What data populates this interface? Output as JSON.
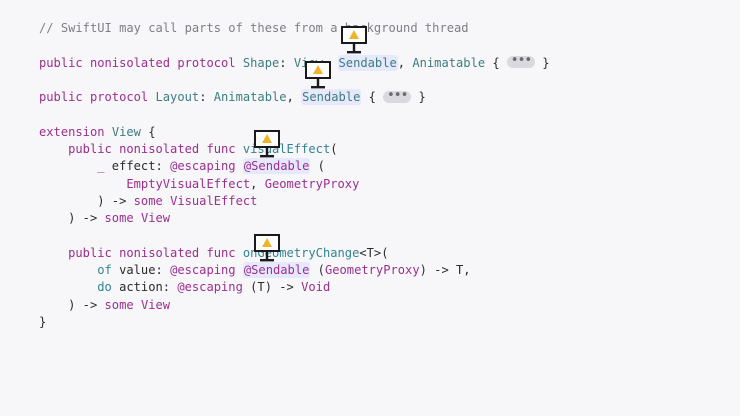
{
  "code": {
    "lines": [
      [
        {
          "t": "// SwiftUI may call parts of these from a background thread",
          "c": "comment"
        }
      ],
      [],
      [
        {
          "t": "public nonisolated protocol ",
          "c": "keyword"
        },
        {
          "t": "Shape",
          "c": "type"
        },
        {
          "t": ": ",
          "c": "plain"
        },
        {
          "t": "View",
          "c": "type"
        },
        {
          "t": ", ",
          "c": "plain"
        },
        {
          "t": "Sendable",
          "c": "type",
          "hl": true
        },
        {
          "t": ", ",
          "c": "plain"
        },
        {
          "t": "Animatable",
          "c": "type"
        },
        {
          "t": " { ",
          "c": "plain"
        },
        {
          "t": "•••",
          "c": "ellipsis"
        },
        {
          "t": " }",
          "c": "plain"
        }
      ],
      [],
      [
        {
          "t": "public protocol ",
          "c": "keyword"
        },
        {
          "t": "Layout",
          "c": "type"
        },
        {
          "t": ": ",
          "c": "plain"
        },
        {
          "t": "Animatable",
          "c": "type"
        },
        {
          "t": ", ",
          "c": "plain"
        },
        {
          "t": "Sendable",
          "c": "type",
          "hl": true
        },
        {
          "t": " { ",
          "c": "plain"
        },
        {
          "t": "•••",
          "c": "ellipsis"
        },
        {
          "t": " }",
          "c": "plain"
        }
      ],
      [],
      [
        {
          "t": "extension ",
          "c": "keyword"
        },
        {
          "t": "View",
          "c": "type"
        },
        {
          "t": " {",
          "c": "plain"
        }
      ],
      [
        {
          "t": "    public nonisolated func ",
          "c": "keyword"
        },
        {
          "t": "visualEffect",
          "c": "func"
        },
        {
          "t": "(",
          "c": "plain"
        }
      ],
      [
        {
          "t": "        ",
          "c": "plain"
        },
        {
          "t": "_",
          "c": "keyword"
        },
        {
          "t": " effect: ",
          "c": "plain"
        },
        {
          "t": "@escaping",
          "c": "attr"
        },
        {
          "t": " ",
          "c": "plain"
        },
        {
          "t": "@Sendable",
          "c": "attr",
          "hl": true
        },
        {
          "t": " (",
          "c": "plain"
        }
      ],
      [
        {
          "t": "            ",
          "c": "plain"
        },
        {
          "t": "EmptyVisualEffect",
          "c": "keyword"
        },
        {
          "t": ", ",
          "c": "plain"
        },
        {
          "t": "GeometryProxy",
          "c": "keyword"
        }
      ],
      [
        {
          "t": "        ) -> ",
          "c": "plain"
        },
        {
          "t": "some",
          "c": "keyword"
        },
        {
          "t": " ",
          "c": "plain"
        },
        {
          "t": "VisualEffect",
          "c": "keyword"
        }
      ],
      [
        {
          "t": "    ) -> ",
          "c": "plain"
        },
        {
          "t": "some",
          "c": "keyword"
        },
        {
          "t": " ",
          "c": "plain"
        },
        {
          "t": "View",
          "c": "keyword"
        }
      ],
      [],
      [
        {
          "t": "    public nonisolated func ",
          "c": "keyword"
        },
        {
          "t": "onGeometryChange",
          "c": "func"
        },
        {
          "t": "<T>(",
          "c": "plain"
        }
      ],
      [
        {
          "t": "        ",
          "c": "plain"
        },
        {
          "t": "of",
          "c": "func"
        },
        {
          "t": " value: ",
          "c": "plain"
        },
        {
          "t": "@escaping",
          "c": "attr"
        },
        {
          "t": " ",
          "c": "plain"
        },
        {
          "t": "@Sendable",
          "c": "attr",
          "hl": true
        },
        {
          "t": " (",
          "c": "plain"
        },
        {
          "t": "GeometryProxy",
          "c": "keyword"
        },
        {
          "t": ") -> T,",
          "c": "plain"
        }
      ],
      [
        {
          "t": "        ",
          "c": "plain"
        },
        {
          "t": "do",
          "c": "func"
        },
        {
          "t": " action: ",
          "c": "plain"
        },
        {
          "t": "@escaping",
          "c": "attr"
        },
        {
          "t": " (T) -> ",
          "c": "plain"
        },
        {
          "t": "Void",
          "c": "keyword"
        }
      ],
      [
        {
          "t": "    ) -> ",
          "c": "plain"
        },
        {
          "t": "some",
          "c": "keyword"
        },
        {
          "t": " ",
          "c": "plain"
        },
        {
          "t": "View",
          "c": "keyword"
        }
      ],
      [
        {
          "t": "}",
          "c": "plain"
        }
      ]
    ]
  },
  "icons": {
    "marker_icon": "background-thread-warning-icon"
  },
  "colors": {
    "background": "#f7f7f9",
    "keyword": "#9b2f8f",
    "type": "#3d7c7f",
    "comment": "#7e7f86",
    "highlight": "#e6e8fb",
    "warning": "#f0b429"
  }
}
